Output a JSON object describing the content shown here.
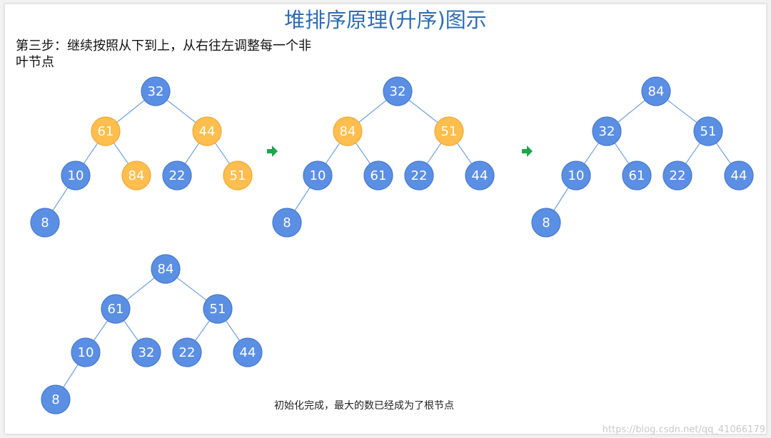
{
  "title": "堆排序原理(升序)图示",
  "step_text": "第三步：继续按照从下到上，从右往左调整每一个非叶节点",
  "caption": "初始化完成，最大的数已经成为了根节点",
  "watermark": "https://blog.csdn.net/qq_41066179",
  "colors": {
    "blue_fill": "#5b8fe4",
    "blue_stroke": "#4679cf",
    "orange_fill": "#ffbe4d",
    "orange_stroke": "#f0a93a",
    "arrow": "#1aa64a",
    "title": "#2e6cb5"
  },
  "arrow_icons": [
    "right-arrow-icon",
    "right-arrow-icon"
  ],
  "trees": [
    {
      "name": "tree-1",
      "nodes": [
        {
          "id": "a",
          "value": "32",
          "color": "blue"
        },
        {
          "id": "b",
          "value": "61",
          "color": "orange"
        },
        {
          "id": "c",
          "value": "44",
          "color": "orange"
        },
        {
          "id": "d",
          "value": "10",
          "color": "blue"
        },
        {
          "id": "e",
          "value": "84",
          "color": "orange"
        },
        {
          "id": "f",
          "value": "22",
          "color": "blue"
        },
        {
          "id": "g",
          "value": "51",
          "color": "orange"
        },
        {
          "id": "h",
          "value": "8",
          "color": "blue"
        }
      ],
      "edges": [
        [
          "a",
          "b"
        ],
        [
          "a",
          "c"
        ],
        [
          "b",
          "d"
        ],
        [
          "b",
          "e"
        ],
        [
          "c",
          "f"
        ],
        [
          "c",
          "g"
        ],
        [
          "d",
          "h"
        ]
      ]
    },
    {
      "name": "tree-2",
      "nodes": [
        {
          "id": "a",
          "value": "32",
          "color": "blue"
        },
        {
          "id": "b",
          "value": "84",
          "color": "orange"
        },
        {
          "id": "c",
          "value": "51",
          "color": "orange"
        },
        {
          "id": "d",
          "value": "10",
          "color": "blue"
        },
        {
          "id": "e",
          "value": "61",
          "color": "blue"
        },
        {
          "id": "f",
          "value": "22",
          "color": "blue"
        },
        {
          "id": "g",
          "value": "44",
          "color": "blue"
        },
        {
          "id": "h",
          "value": "8",
          "color": "blue"
        }
      ],
      "edges": [
        [
          "a",
          "b"
        ],
        [
          "a",
          "c"
        ],
        [
          "b",
          "d"
        ],
        [
          "b",
          "e"
        ],
        [
          "c",
          "f"
        ],
        [
          "c",
          "g"
        ],
        [
          "d",
          "h"
        ]
      ]
    },
    {
      "name": "tree-3",
      "nodes": [
        {
          "id": "a",
          "value": "84",
          "color": "blue"
        },
        {
          "id": "b",
          "value": "32",
          "color": "blue"
        },
        {
          "id": "c",
          "value": "51",
          "color": "blue"
        },
        {
          "id": "d",
          "value": "10",
          "color": "blue"
        },
        {
          "id": "e",
          "value": "61",
          "color": "blue"
        },
        {
          "id": "f",
          "value": "22",
          "color": "blue"
        },
        {
          "id": "g",
          "value": "44",
          "color": "blue"
        },
        {
          "id": "h",
          "value": "8",
          "color": "blue"
        }
      ],
      "edges": [
        [
          "a",
          "b"
        ],
        [
          "a",
          "c"
        ],
        [
          "b",
          "d"
        ],
        [
          "b",
          "e"
        ],
        [
          "c",
          "f"
        ],
        [
          "c",
          "g"
        ],
        [
          "d",
          "h"
        ]
      ]
    },
    {
      "name": "tree-4",
      "nodes": [
        {
          "id": "a",
          "value": "84",
          "color": "blue"
        },
        {
          "id": "b",
          "value": "61",
          "color": "blue"
        },
        {
          "id": "c",
          "value": "51",
          "color": "blue"
        },
        {
          "id": "d",
          "value": "10",
          "color": "blue"
        },
        {
          "id": "e",
          "value": "32",
          "color": "blue"
        },
        {
          "id": "f",
          "value": "22",
          "color": "blue"
        },
        {
          "id": "g",
          "value": "44",
          "color": "blue"
        },
        {
          "id": "h",
          "value": "8",
          "color": "blue"
        }
      ],
      "edges": [
        [
          "a",
          "b"
        ],
        [
          "a",
          "c"
        ],
        [
          "b",
          "d"
        ],
        [
          "b",
          "e"
        ],
        [
          "c",
          "f"
        ],
        [
          "c",
          "g"
        ],
        [
          "d",
          "h"
        ]
      ]
    }
  ]
}
